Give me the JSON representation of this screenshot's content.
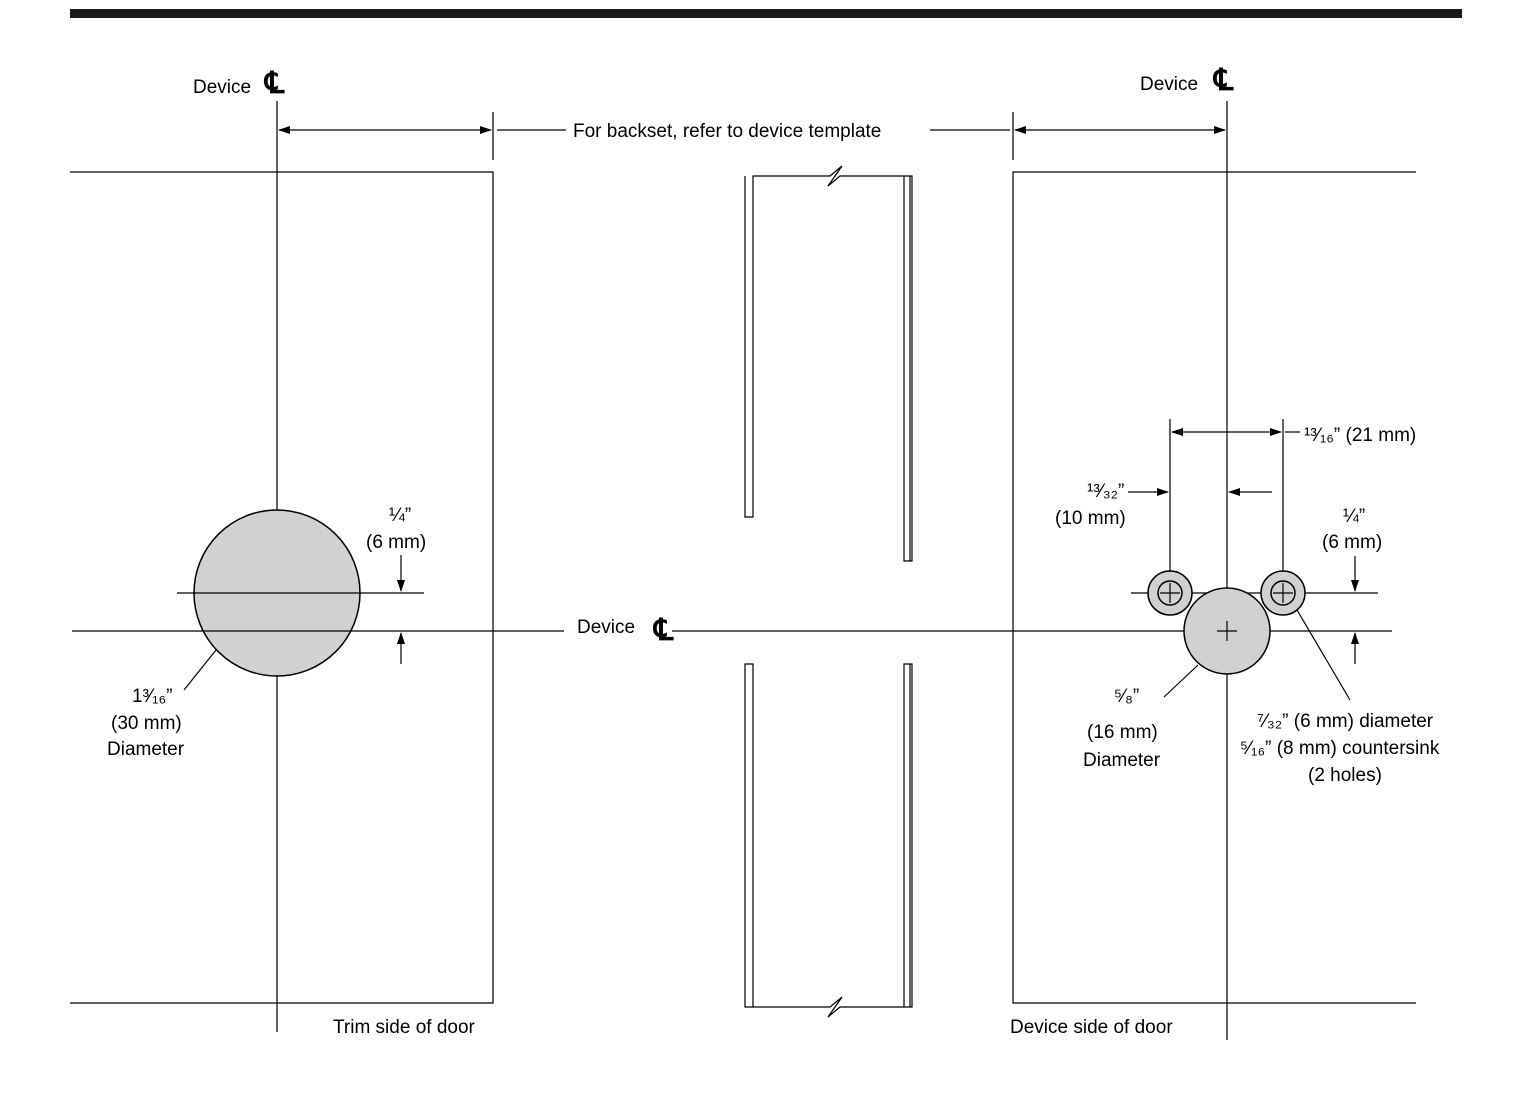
{
  "labels": {
    "device_cl_top_left": "Device",
    "device_cl_top_right": "Device",
    "device_cl_center": "Device",
    "cl_symbol": "℄",
    "backset": "For backset, refer to device template",
    "trim_side": "Trim side of door",
    "device_side": "Device side of door",
    "big_hole_size": "1³⁄₁₆”",
    "big_hole_mm": "(30 mm)",
    "big_hole_diameter": "Diameter",
    "left_offset_in": "¼”",
    "left_offset_mm": "(6 mm)",
    "right_offset_in": "¼”",
    "right_offset_mm": "(6 mm)",
    "spacing": "¹³⁄₁₆” (21 mm)",
    "half_spacing_in": "¹³⁄₃₂”",
    "half_spacing_mm": "(10 mm)",
    "center_hole_in": "⁵⁄₈”",
    "center_hole_mm": "(16 mm)",
    "center_hole_diameter": "Diameter",
    "screw_line1": "⁷⁄₃₂” (6 mm) diameter",
    "screw_line2": "⁵⁄₁₆” (8 mm) countersink",
    "screw_line3": "(2 holes)"
  },
  "colors": {
    "hole_fill": "#d0d1d3",
    "line": "#000000",
    "header_bar": "#1a1a1a"
  }
}
